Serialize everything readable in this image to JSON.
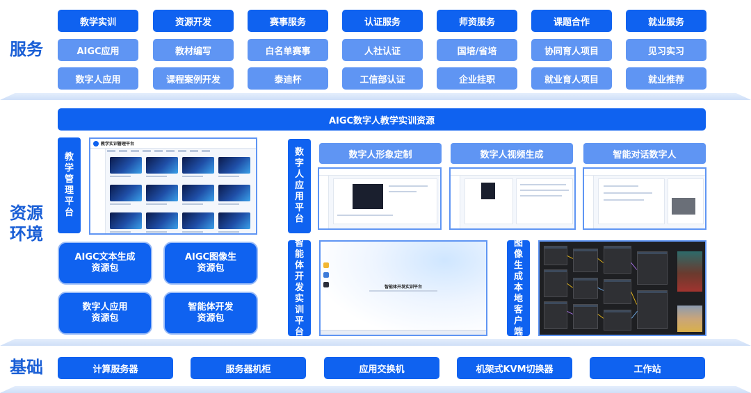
{
  "sections": {
    "services": "服务",
    "resources": "资源\n环境",
    "foundation": "基础"
  },
  "services": {
    "row1": [
      "教学实训",
      "资源开发",
      "赛事服务",
      "认证服务",
      "师资服务",
      "课题合作",
      "就业服务"
    ],
    "row2": [
      "AIGC应用",
      "教材编写",
      "白名单赛事",
      "人社认证",
      "国培/省培",
      "协同育人项目",
      "见习实习"
    ],
    "row3": [
      "数字人应用",
      "课程案例开发",
      "泰迪杯",
      "工信部认证",
      "企业挂职",
      "就业育人项目",
      "就业推荐"
    ]
  },
  "resources": {
    "banner": "AIGC数字人教学实训资源",
    "teaching_platform": {
      "label": "教学管理平台",
      "screenshot_title": "教学实训管理平台"
    },
    "packages": [
      "AIGC文本生成\n资源包",
      "AIGC图像生\n资源包",
      "数字人应用\n资源包",
      "智能体开发\n资源包"
    ],
    "digital_human_platform": {
      "label": "数字人应用平台",
      "features": [
        "数字人形象定制",
        "数字人视频生成",
        "智能对话数字人"
      ]
    },
    "agent_platform": {
      "label": "智能体开发实训平台",
      "screenshot_title": "智能体开发实训平台"
    },
    "image_client": {
      "label": "图像生成本地客户端"
    }
  },
  "foundation": [
    "计算服务器",
    "服务器机柜",
    "应用交换机",
    "机架式KVM切换器",
    "工作站"
  ],
  "colors": {
    "primary": "#0f62f0",
    "secondary": "#5f95f3",
    "label": "#1a5fd6"
  }
}
